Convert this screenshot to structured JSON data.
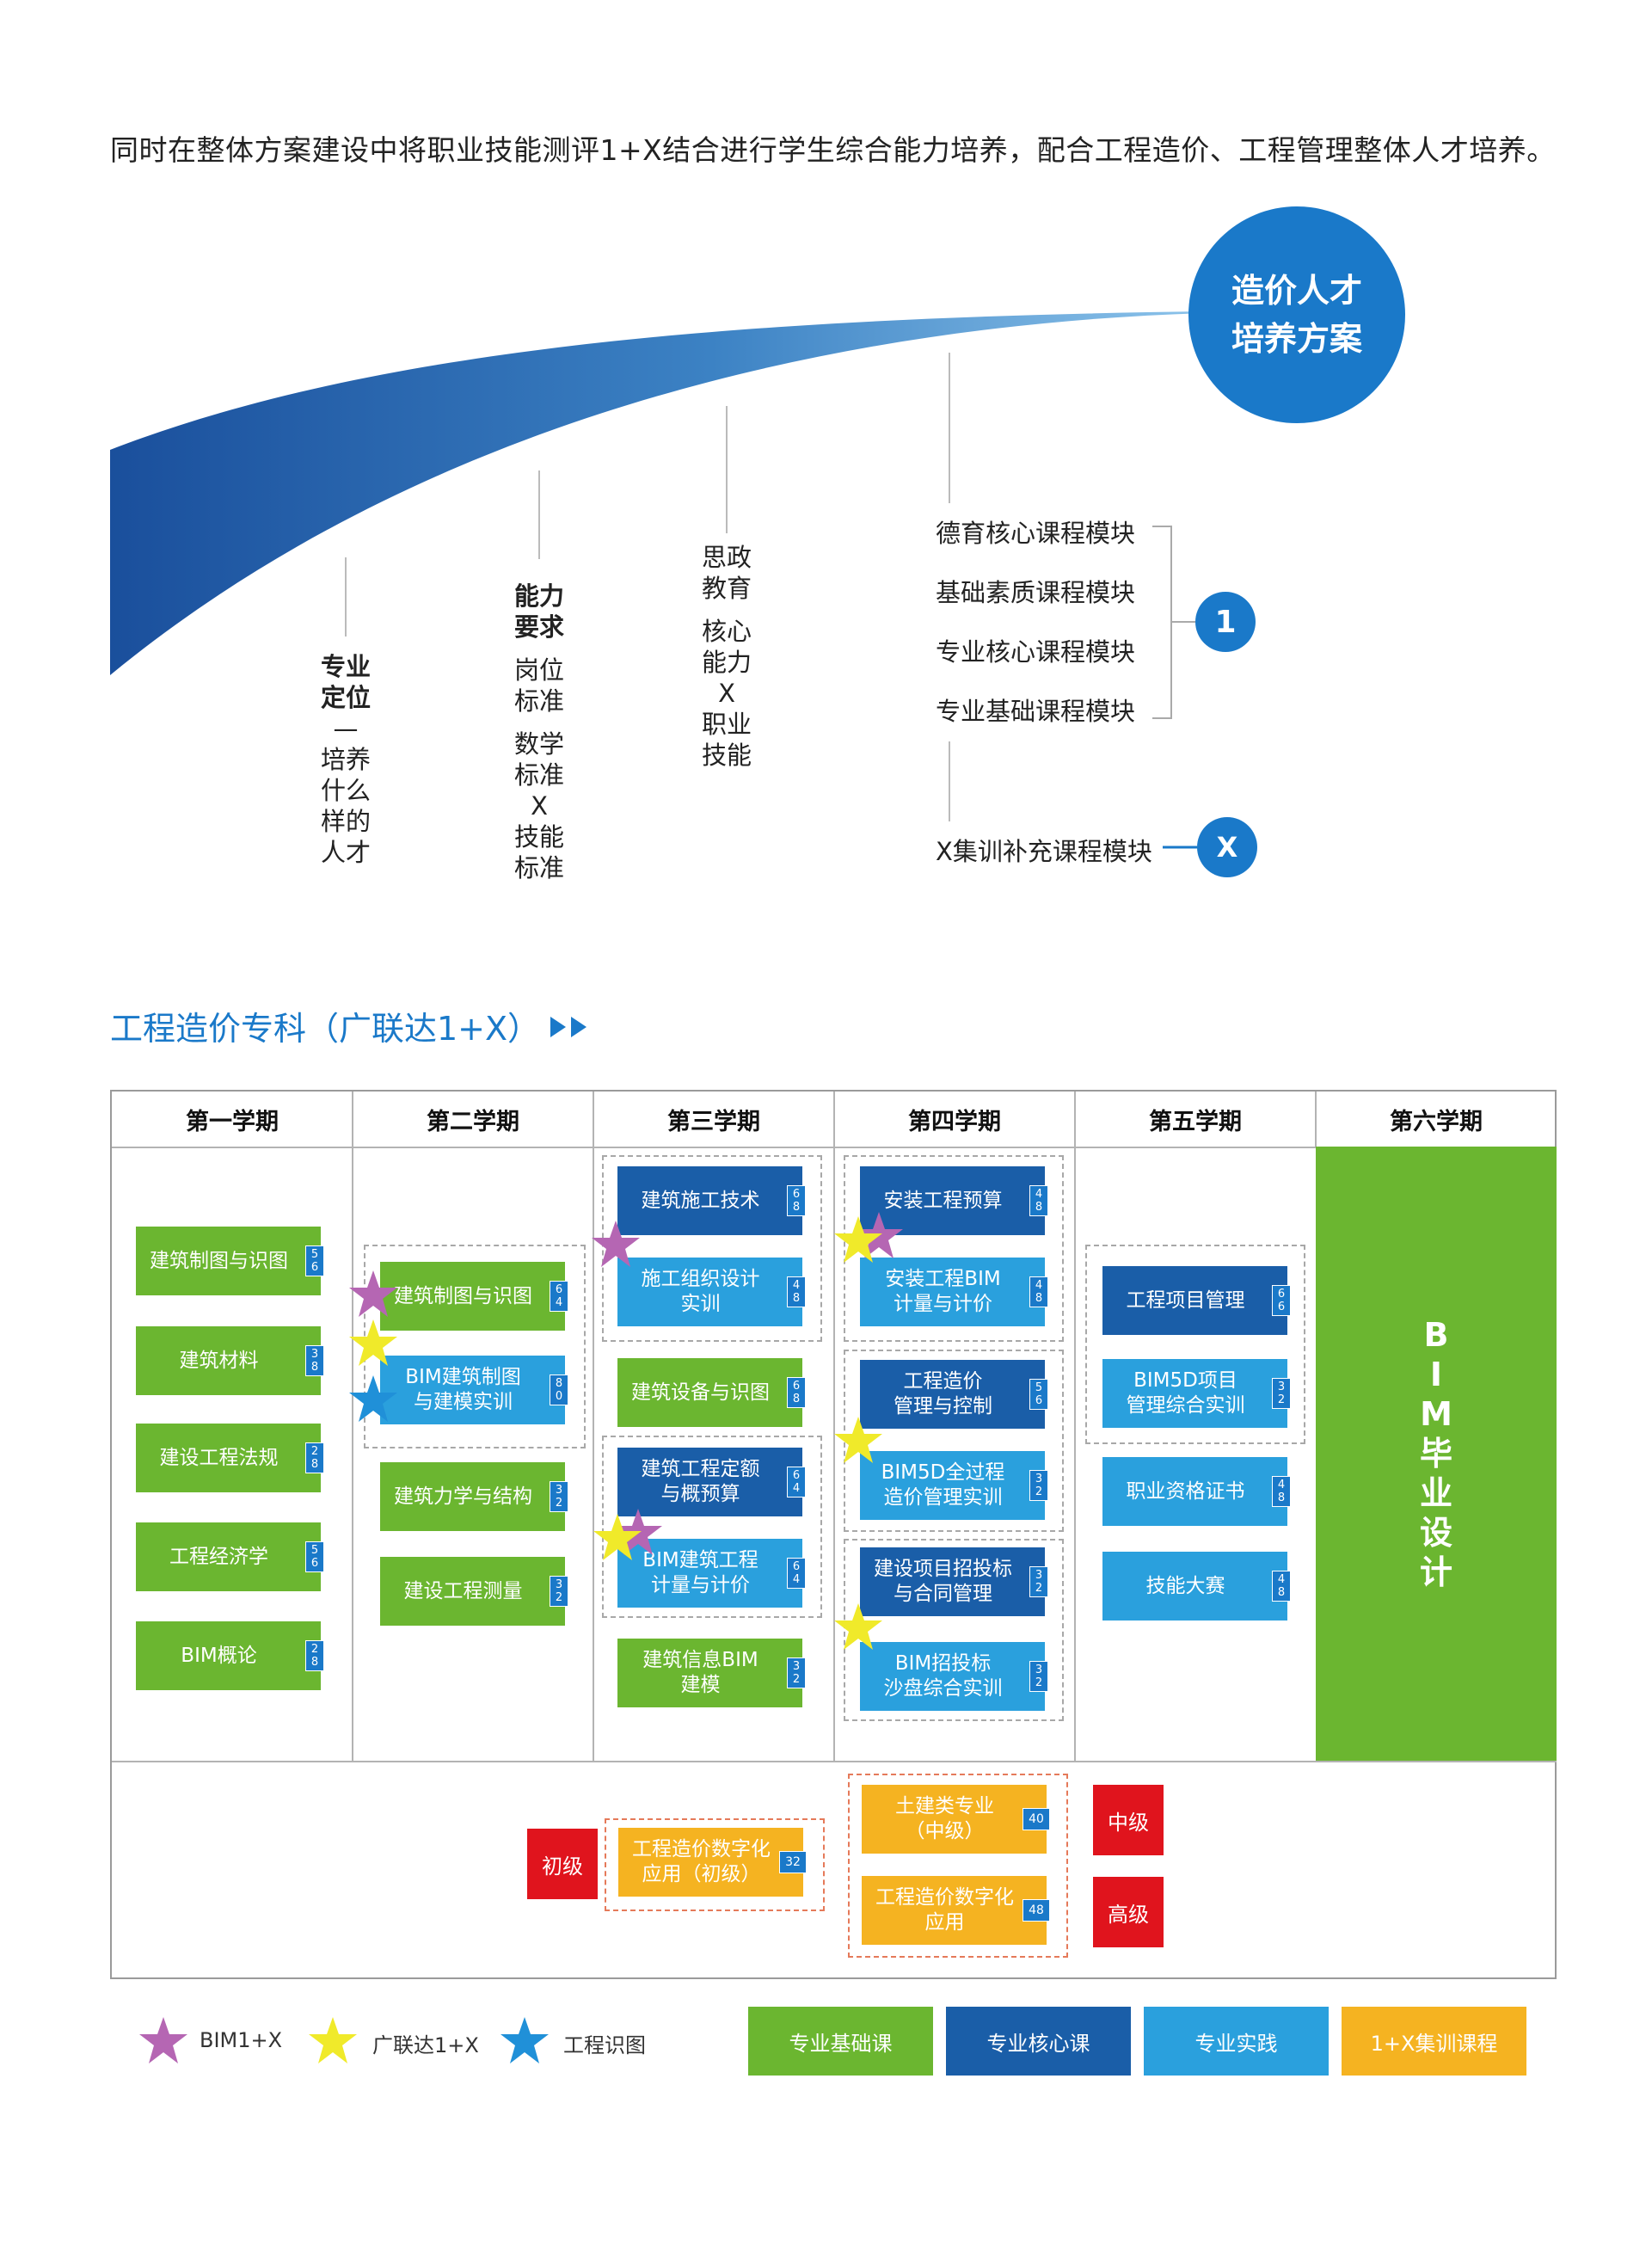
{
  "intro": "同时在整体方案建设中将职业技能测评1+X结合进行学生综合能力培养，配合工程造价、工程管理整体人才培养。",
  "hub": {
    "line1": "造价人才",
    "line2": "培养方案"
  },
  "pillars": [
    {
      "bold": "专业定位",
      "rest": [
        "—",
        "培养",
        "什么",
        "样的",
        "人才"
      ]
    },
    {
      "bold": "能力要求",
      "rest": [
        "岗位标准",
        "数学标准",
        "X",
        "技能标准"
      ]
    },
    {
      "bold": "",
      "rest": [
        "思政教育",
        "核心能力",
        "X",
        "职业技能"
      ]
    }
  ],
  "modules": [
    "德育核心课程模块",
    "基础素质课程模块",
    "专业核心课程模块",
    "专业基础课程模块"
  ],
  "badge_one": "1",
  "x_module": "X集训补充课程模块",
  "badge_x": "X",
  "section_title": "工程造价专科（广联达1+X）",
  "semesters": [
    "第一学期",
    "第二学期",
    "第三学期",
    "第四学期",
    "第五学期",
    "第六学期"
  ],
  "courses": {
    "s1": [
      {
        "name": "建筑制图与识图",
        "hours": "56"
      },
      {
        "name": "建筑材料",
        "hours": "38"
      },
      {
        "name": "建设工程法规",
        "hours": "28"
      },
      {
        "name": "工程经济学",
        "hours": "56"
      },
      {
        "name": "BIM概论",
        "hours": "28"
      }
    ],
    "s2": [
      {
        "name": "建筑制图与识图",
        "hours": "64"
      },
      {
        "name": "BIM建筑制图\n与建模实训",
        "hours": "80"
      },
      {
        "name": "建筑力学与结构",
        "hours": "32"
      },
      {
        "name": "建设工程测量",
        "hours": "32"
      }
    ],
    "s3": [
      {
        "name": "建筑施工技术",
        "hours": "68"
      },
      {
        "name": "施工组织设计\n实训",
        "hours": "48"
      },
      {
        "name": "建筑设备与识图",
        "hours": "68"
      },
      {
        "name": "建筑工程定额\n与概预算",
        "hours": "64"
      },
      {
        "name": "BIM建筑工程\n计量与计价",
        "hours": "64"
      },
      {
        "name": "建筑信息BIM\n建模",
        "hours": "32"
      }
    ],
    "s4": [
      {
        "name": "安装工程预算",
        "hours": "48"
      },
      {
        "name": "安装工程BIM\n计量与计价",
        "hours": "48"
      },
      {
        "name": "工程造价\n管理与控制",
        "hours": "56"
      },
      {
        "name": "BIM5D全过程\n造价管理实训",
        "hours": "32"
      },
      {
        "name": "建设项目招投标\n与合同管理",
        "hours": "32"
      },
      {
        "name": "BIM招投标\n沙盘综合实训",
        "hours": "32"
      }
    ],
    "s5": [
      {
        "name": "工程项目管理",
        "hours": "66"
      },
      {
        "name": "BIM5D项目\n管理综合实训",
        "hours": "32"
      },
      {
        "name": "职业资格证书",
        "hours": "48"
      },
      {
        "name": "技能大赛",
        "hours": "48"
      }
    ],
    "s6": "B\nI\nM\n毕\n业\n设\n计"
  },
  "x_training": [
    {
      "name": "工程造价数字化\n应用（初级）",
      "hours": "32"
    },
    {
      "name": "土建类专业\n（中级）",
      "hours": "40"
    },
    {
      "name": "工程造价数字化\n应用",
      "hours": "48"
    }
  ],
  "levels": {
    "primary": "初级",
    "middle": "中级",
    "senior": "高级"
  },
  "legend": {
    "stars": [
      {
        "label": "BIM1+X",
        "color": "#b566b3"
      },
      {
        "label": "广联达1+X",
        "color": "#f0ea2a"
      },
      {
        "label": "工程识图",
        "color": "#2090d8"
      }
    ],
    "categories": [
      {
        "label": "专业基础课",
        "color": "#6bb630"
      },
      {
        "label": "专业核心课",
        "color": "#1a5ea8"
      },
      {
        "label": "专业实践",
        "color": "#2aa0dd"
      },
      {
        "label": "1+X集训课程",
        "color": "#f5b321"
      }
    ]
  },
  "colors": {
    "accent": "#1a79c9",
    "green": "#6bb630",
    "navy": "#1a5ea8",
    "sky": "#2aa0dd",
    "amber": "#f5b321",
    "red": "#e0141d"
  }
}
